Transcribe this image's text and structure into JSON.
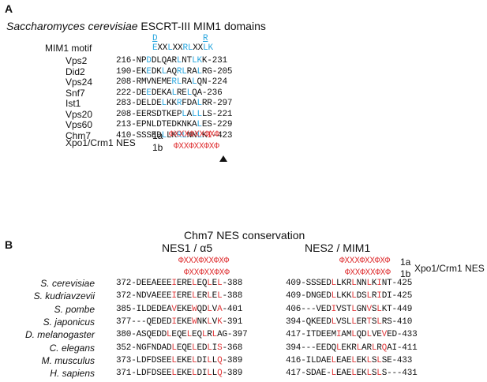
{
  "panel_a": {
    "letter": "A",
    "title_species": "Saccharomyces cerevisiae",
    "title_rest": " ESCRT-III MIM1 domains",
    "motif_label": "MIM1 motif",
    "motif_top": "D",
    "motif_top2": "R",
    "motif_seq": [
      {
        "t": "E",
        "c": "blue"
      },
      {
        "t": "XX",
        "c": ""
      },
      {
        "t": "L",
        "c": "blue"
      },
      {
        "t": "XX",
        "c": ""
      },
      {
        "t": "R",
        "c": "blue"
      },
      {
        "t": "L",
        "c": "blue"
      },
      {
        "t": "XX",
        "c": ""
      },
      {
        "t": "LK",
        "c": "blue"
      }
    ],
    "rows": [
      {
        "name": "Vps2",
        "seq": [
          {
            "t": "216-NP",
            "c": ""
          },
          {
            "t": "D",
            "c": "blue"
          },
          {
            "t": "DL",
            "c": ""
          },
          {
            "t": "Q",
            "c": ""
          },
          {
            "t": "AR",
            "c": ""
          },
          {
            "t": "L",
            "c": "blue"
          },
          {
            "t": "NT",
            "c": ""
          },
          {
            "t": "LK",
            "c": "blue"
          },
          {
            "t": "K-231",
            "c": ""
          }
        ]
      },
      {
        "name": "Did2",
        "seq": [
          {
            "t": "190-EK",
            "c": ""
          },
          {
            "t": "E",
            "c": "blue"
          },
          {
            "t": "DK",
            "c": ""
          },
          {
            "t": "L",
            "c": "blue"
          },
          {
            "t": "AQ",
            "c": ""
          },
          {
            "t": "R",
            "c": "blue"
          },
          {
            "t": "L",
            "c": "blue"
          },
          {
            "t": "RA",
            "c": ""
          },
          {
            "t": "L",
            "c": "blue"
          },
          {
            "t": "RG-205",
            "c": ""
          }
        ]
      },
      {
        "name": "Vps24",
        "seq": [
          {
            "t": "208-RMVNEME",
            "c": ""
          },
          {
            "t": "R",
            "c": "blue"
          },
          {
            "t": "L",
            "c": "blue"
          },
          {
            "t": "RA",
            "c": ""
          },
          {
            "t": "L",
            "c": "blue"
          },
          {
            "t": "QN-224",
            "c": ""
          }
        ]
      },
      {
        "name": "Snf7",
        "seq": [
          {
            "t": "222-DE",
            "c": ""
          },
          {
            "t": "E",
            "c": "blue"
          },
          {
            "t": "DEKA",
            "c": ""
          },
          {
            "t": "L",
            "c": "blue"
          },
          {
            "t": "RE",
            "c": ""
          },
          {
            "t": "L",
            "c": "blue"
          },
          {
            "t": "QA-236",
            "c": ""
          }
        ]
      },
      {
        "name": "Ist1",
        "seq": [
          {
            "t": "283-DELDE",
            "c": ""
          },
          {
            "t": "L",
            "c": "blue"
          },
          {
            "t": "KK",
            "c": ""
          },
          {
            "t": "R",
            "c": "blue"
          },
          {
            "t": "FDA",
            "c": ""
          },
          {
            "t": "L",
            "c": "blue"
          },
          {
            "t": "RR-297",
            "c": ""
          }
        ]
      },
      {
        "name": "Vps20",
        "seq": [
          {
            "t": "208-EERSDTKEP",
            "c": ""
          },
          {
            "t": "L",
            "c": "blue"
          },
          {
            "t": "A",
            "c": ""
          },
          {
            "t": "L",
            "c": "blue"
          },
          {
            "t": "L",
            "c": "blue"
          },
          {
            "t": "LS-221",
            "c": ""
          }
        ]
      },
      {
        "name": "Vps60",
        "seq": [
          {
            "t": "213-EPNLDTEDKNKA",
            "c": ""
          },
          {
            "t": "L",
            "c": "blue"
          },
          {
            "t": "ES-229",
            "c": ""
          }
        ]
      },
      {
        "name": "Chm7",
        "seq": [
          {
            "t": "410-SSSED",
            "c": ""
          },
          {
            "t": "L",
            "c": "blue"
          },
          {
            "t": "LK",
            "c": ""
          },
          {
            "t": "R",
            "c": "blue"
          },
          {
            "t": "L",
            "c": "blue"
          },
          {
            "t": "NN",
            "c": ""
          },
          {
            "t": "L",
            "c": "blue"
          },
          {
            "t": "K",
            "c": ""
          },
          {
            "t": "I",
            "c": "red"
          },
          {
            "t": "-423",
            "c": ""
          }
        ]
      }
    ],
    "nes_label": "Xpo1/Crm1 NES",
    "nes_1a_label": "1a",
    "nes_1b_label": "1b",
    "nes_1a": "ΦXXXΦXXΦXΦ",
    "nes_1b": "ΦXXΦXXΦXΦ"
  },
  "panel_b": {
    "letter": "B",
    "title": "Chm7 NES conservation",
    "nes1_label": "NES1 / α5",
    "nes2_label": "NES2 / MIM1",
    "nes_1a": "ΦXXXΦXXΦXΦ",
    "nes_1b": "ΦXXΦXXΦXΦ",
    "nes_1a_label": "1a",
    "nes_1b_label": "1b",
    "nes_right_label": "Xpo1/Crm1 NES",
    "rows": [
      {
        "species": "S. cerevisiae",
        "nes1": [
          {
            "t": "372-DEEAEEE",
            "c": ""
          },
          {
            "t": "I",
            "c": "red"
          },
          {
            "t": "ERE",
            "c": ""
          },
          {
            "t": "L",
            "c": "red"
          },
          {
            "t": "EQ",
            "c": ""
          },
          {
            "t": "L",
            "c": "red"
          },
          {
            "t": "E",
            "c": ""
          },
          {
            "t": "L",
            "c": "red"
          },
          {
            "t": "-388",
            "c": ""
          }
        ],
        "nes2": [
          {
            "t": "409-SSSED",
            "c": ""
          },
          {
            "t": "L",
            "c": "red"
          },
          {
            "t": "LKR",
            "c": ""
          },
          {
            "t": "L",
            "c": "red"
          },
          {
            "t": "NN",
            "c": ""
          },
          {
            "t": "L",
            "c": "red"
          },
          {
            "t": "K",
            "c": ""
          },
          {
            "t": "I",
            "c": "red"
          },
          {
            "t": "NT-425",
            "c": ""
          }
        ]
      },
      {
        "species": "S. kudriavzevii",
        "nes1": [
          {
            "t": "372-NDVAEEE",
            "c": ""
          },
          {
            "t": "I",
            "c": "red"
          },
          {
            "t": "ERE",
            "c": ""
          },
          {
            "t": "L",
            "c": "red"
          },
          {
            "t": "ER",
            "c": ""
          },
          {
            "t": "L",
            "c": "red"
          },
          {
            "t": "E",
            "c": ""
          },
          {
            "t": "L",
            "c": "red"
          },
          {
            "t": "-388",
            "c": ""
          }
        ],
        "nes2": [
          {
            "t": "409-DNGED",
            "c": ""
          },
          {
            "t": "L",
            "c": "red"
          },
          {
            "t": "LKK",
            "c": ""
          },
          {
            "t": "L",
            "c": "red"
          },
          {
            "t": "DS",
            "c": ""
          },
          {
            "t": "L",
            "c": "red"
          },
          {
            "t": "R",
            "c": ""
          },
          {
            "t": "I",
            "c": "red"
          },
          {
            "t": "DI-425",
            "c": ""
          }
        ]
      },
      {
        "species": "S. pombe",
        "nes1": [
          {
            "t": "385-ILDEDEA",
            "c": ""
          },
          {
            "t": "V",
            "c": "red"
          },
          {
            "t": "EKE",
            "c": ""
          },
          {
            "t": "W",
            "c": "red"
          },
          {
            "t": "QD",
            "c": ""
          },
          {
            "t": "L",
            "c": "red"
          },
          {
            "t": "V",
            "c": ""
          },
          {
            "t": "A",
            "c": "red"
          },
          {
            "t": "-401",
            "c": ""
          }
        ],
        "nes2": [
          {
            "t": "406---VED",
            "c": ""
          },
          {
            "t": "I",
            "c": "red"
          },
          {
            "t": "VST",
            "c": ""
          },
          {
            "t": "L",
            "c": "red"
          },
          {
            "t": "GN",
            "c": ""
          },
          {
            "t": "V",
            "c": "red"
          },
          {
            "t": "S",
            "c": ""
          },
          {
            "t": "L",
            "c": "red"
          },
          {
            "t": "KT-449",
            "c": ""
          }
        ]
      },
      {
        "species": "S. japonicus",
        "nes1": [
          {
            "t": "377---QEDED",
            "c": ""
          },
          {
            "t": "I",
            "c": "red"
          },
          {
            "t": "EKE",
            "c": ""
          },
          {
            "t": "W",
            "c": "red"
          },
          {
            "t": "NK",
            "c": ""
          },
          {
            "t": "L",
            "c": "red"
          },
          {
            "t": "V",
            "c": ""
          },
          {
            "t": "K",
            "c": "red"
          },
          {
            "t": "-391",
            "c": ""
          }
        ],
        "nes2": [
          {
            "t": "394-QKEED",
            "c": ""
          },
          {
            "t": "L",
            "c": "red"
          },
          {
            "t": "VSL",
            "c": ""
          },
          {
            "t": "L",
            "c": "red"
          },
          {
            "t": "ER",
            "c": ""
          },
          {
            "t": "T",
            "c": "red"
          },
          {
            "t": "S",
            "c": ""
          },
          {
            "t": "L",
            "c": "red"
          },
          {
            "t": "RS-410",
            "c": ""
          }
        ]
      },
      {
        "species": "D. melanogaster",
        "nes1": [
          {
            "t": "380-ASQEDD",
            "c": ""
          },
          {
            "t": "L",
            "c": "red"
          },
          {
            "t": "EQE",
            "c": ""
          },
          {
            "t": "L",
            "c": "red"
          },
          {
            "t": "EQ",
            "c": ""
          },
          {
            "t": "L",
            "c": "red"
          },
          {
            "t": "R",
            "c": ""
          },
          {
            "t": "L",
            "c": "red"
          },
          {
            "t": "AG-397",
            "c": ""
          }
        ],
        "nes2": [
          {
            "t": "417-ITDEEM",
            "c": ""
          },
          {
            "t": "I",
            "c": "red"
          },
          {
            "t": "AM",
            "c": ""
          },
          {
            "t": "L",
            "c": "red"
          },
          {
            "t": "QD",
            "c": ""
          },
          {
            "t": "L",
            "c": "red"
          },
          {
            "t": "VE",
            "c": ""
          },
          {
            "t": "V",
            "c": "red"
          },
          {
            "t": "ED-433",
            "c": ""
          }
        ]
      },
      {
        "species": "C. elegans",
        "nes1": [
          {
            "t": "352-NGFNDAD",
            "c": ""
          },
          {
            "t": "L",
            "c": "red"
          },
          {
            "t": "EQE",
            "c": ""
          },
          {
            "t": "L",
            "c": "red"
          },
          {
            "t": "ED",
            "c": ""
          },
          {
            "t": "L",
            "c": "red"
          },
          {
            "t": "I",
            "c": ""
          },
          {
            "t": "S",
            "c": "red"
          },
          {
            "t": "-368",
            "c": ""
          }
        ],
        "nes2": [
          {
            "t": "394---EEDQ",
            "c": ""
          },
          {
            "t": "L",
            "c": "red"
          },
          {
            "t": "EKR",
            "c": ""
          },
          {
            "t": "L",
            "c": "red"
          },
          {
            "t": "AR",
            "c": ""
          },
          {
            "t": "L",
            "c": "red"
          },
          {
            "t": "R",
            "c": ""
          },
          {
            "t": "Q",
            "c": "red"
          },
          {
            "t": "AI-411",
            "c": ""
          }
        ]
      },
      {
        "species": "M. musculus",
        "nes1": [
          {
            "t": "373-LDFDSEE",
            "c": ""
          },
          {
            "t": "L",
            "c": "red"
          },
          {
            "t": "EKE",
            "c": ""
          },
          {
            "t": "L",
            "c": "red"
          },
          {
            "t": "DI",
            "c": ""
          },
          {
            "t": "L",
            "c": "red"
          },
          {
            "t": "L",
            "c": ""
          },
          {
            "t": "Q",
            "c": "red"
          },
          {
            "t": "-389",
            "c": ""
          }
        ],
        "nes2": [
          {
            "t": "416-ILDAE",
            "c": ""
          },
          {
            "t": "L",
            "c": "red"
          },
          {
            "t": "EAE",
            "c": ""
          },
          {
            "t": "L",
            "c": "red"
          },
          {
            "t": "EK",
            "c": ""
          },
          {
            "t": "L",
            "c": "red"
          },
          {
            "t": "S",
            "c": ""
          },
          {
            "t": "L",
            "c": "red"
          },
          {
            "t": "SE-433",
            "c": ""
          }
        ]
      },
      {
        "species": "H. sapiens",
        "nes1": [
          {
            "t": "371-LDFDSEE",
            "c": ""
          },
          {
            "t": "L",
            "c": "red"
          },
          {
            "t": "EKE",
            "c": ""
          },
          {
            "t": "L",
            "c": "red"
          },
          {
            "t": "DI",
            "c": ""
          },
          {
            "t": "L",
            "c": "red"
          },
          {
            "t": "L",
            "c": ""
          },
          {
            "t": "Q",
            "c": "red"
          },
          {
            "t": "-389",
            "c": ""
          }
        ],
        "nes2": [
          {
            "t": "417-SDAE-",
            "c": ""
          },
          {
            "t": "L",
            "c": "red"
          },
          {
            "t": "EAE",
            "c": ""
          },
          {
            "t": "L",
            "c": "red"
          },
          {
            "t": "EK",
            "c": ""
          },
          {
            "t": "L",
            "c": "red"
          },
          {
            "t": "S",
            "c": ""
          },
          {
            "t": "L",
            "c": "red"
          },
          {
            "t": "S---431",
            "c": ""
          }
        ]
      }
    ]
  }
}
